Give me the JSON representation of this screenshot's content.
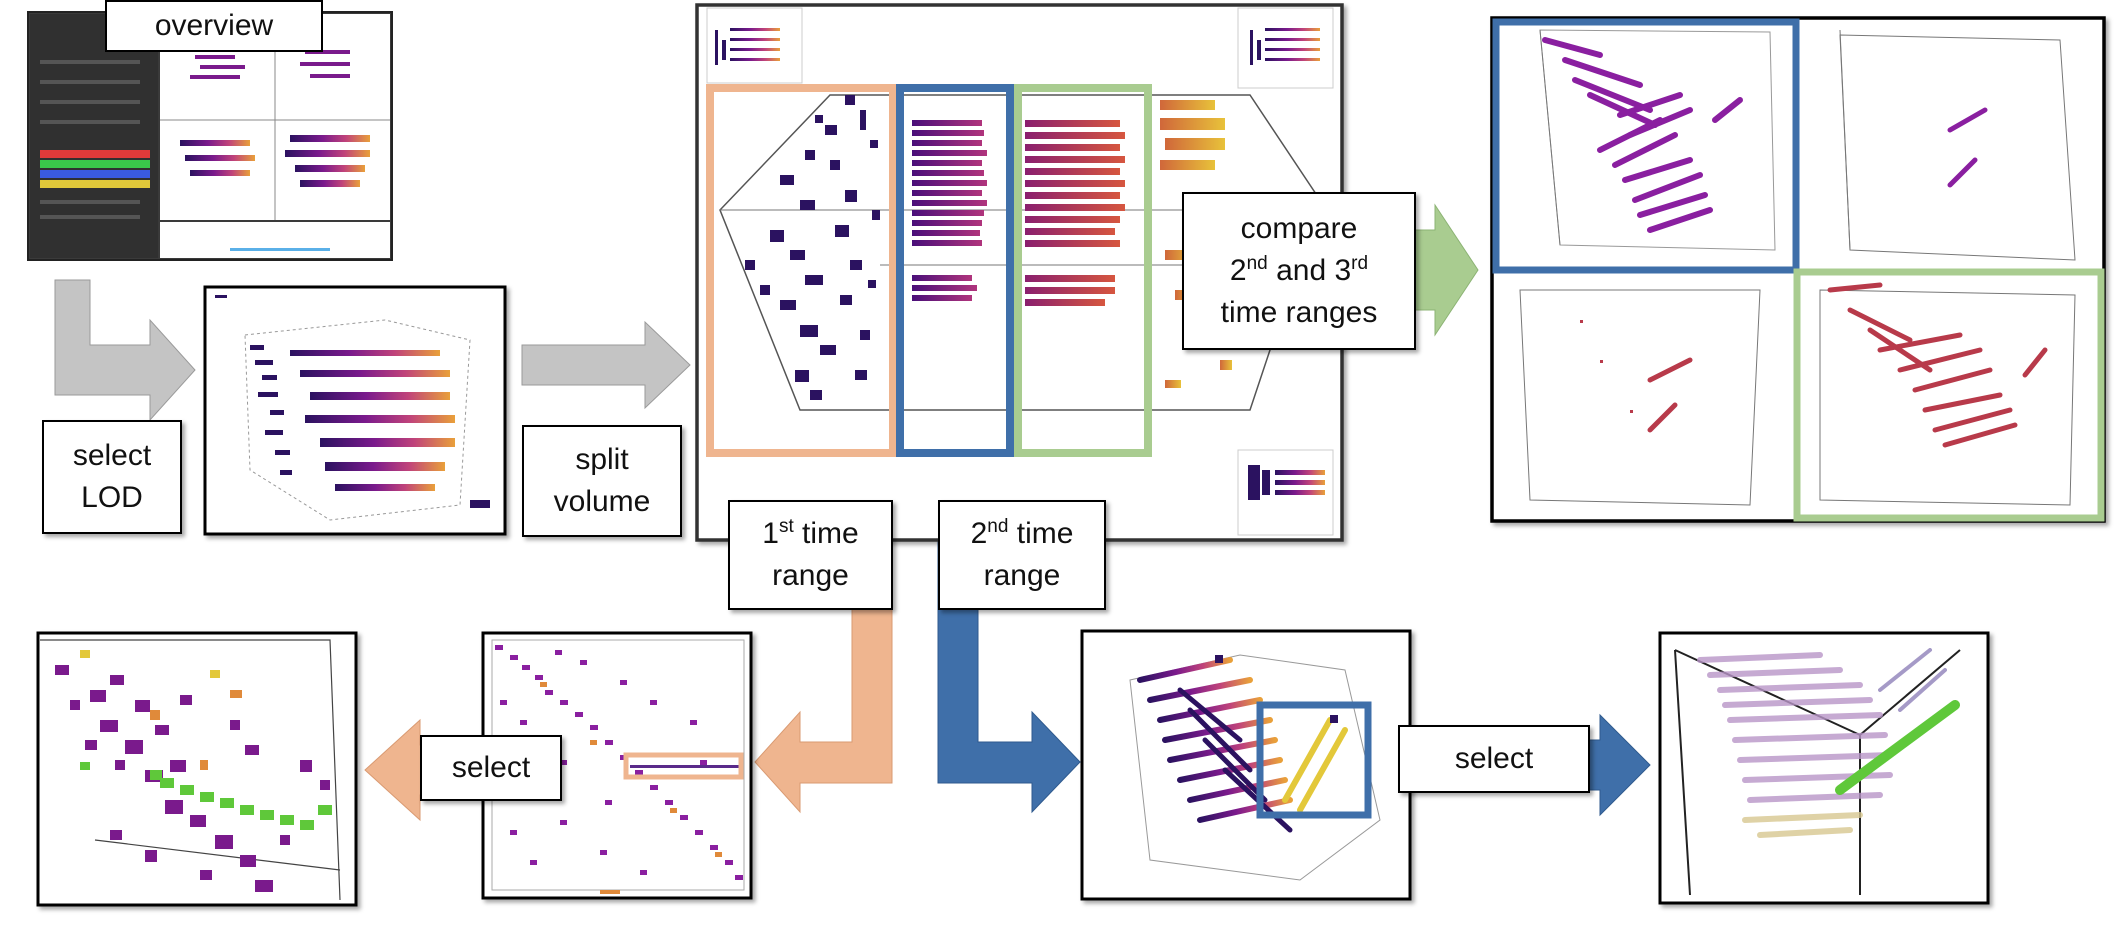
{
  "labels": {
    "overview": "overview",
    "select_lod_1": "select",
    "select_lod_2": "LOD",
    "split_1": "split",
    "split_2": "volume",
    "compare_1": "compare",
    "compare_2_a": "2",
    "compare_2_sup_a": "nd",
    "compare_2_b": " and 3",
    "compare_2_sup_b": "rd",
    "compare_3": "time ranges",
    "range1_a": "1",
    "range1_sup": "st",
    "range1_b": " time",
    "range1_c": "range",
    "range2_a": "2",
    "range2_sup": "nd",
    "range2_b": " time",
    "range2_c": "range",
    "select_left": "select",
    "select_right": "select"
  },
  "colors": {
    "gray_arrow": "#c4c4c4",
    "orange": "#efb58f",
    "blue": "#3f6fa9",
    "green": "#a9cc90",
    "dark_purple": "#2b1260",
    "purple": "#7a1a8c",
    "magenta": "#b13a7a",
    "orange_glyph": "#e08a3a",
    "yellow": "#e3c83a",
    "lime": "#5fc83a",
    "dark_red": "#b83a4a"
  }
}
